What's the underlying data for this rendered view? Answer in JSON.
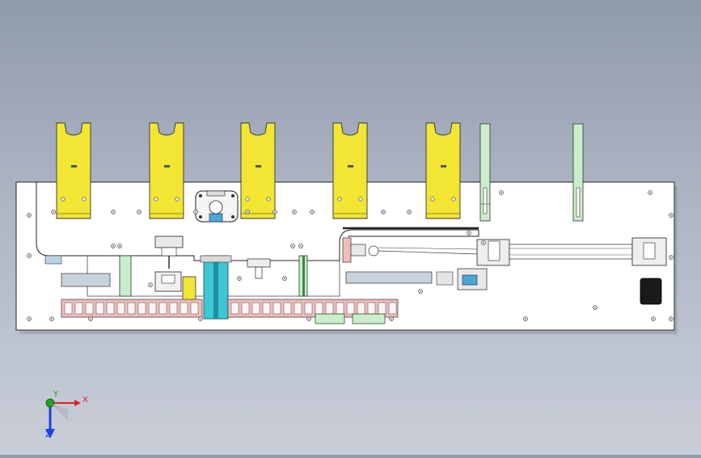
{
  "cad_view": {
    "colors": {
      "background_top": "#8f9aac",
      "background_bottom": "#c9ced8",
      "plate": "#ffffff",
      "holder": "#f2e533",
      "chain": "#f0bcbc",
      "cylinder": "#3cc6d6",
      "guide": "#c9eec9",
      "rail": "#c8d2dc",
      "motor": "#1a1a1a"
    },
    "holder_count": 5,
    "triad": {
      "x_label": "X",
      "y_label": "Y",
      "z_label": "Z",
      "x_color": "#e02020",
      "y_color": "#20a020",
      "z_color": "#2040e0"
    }
  }
}
